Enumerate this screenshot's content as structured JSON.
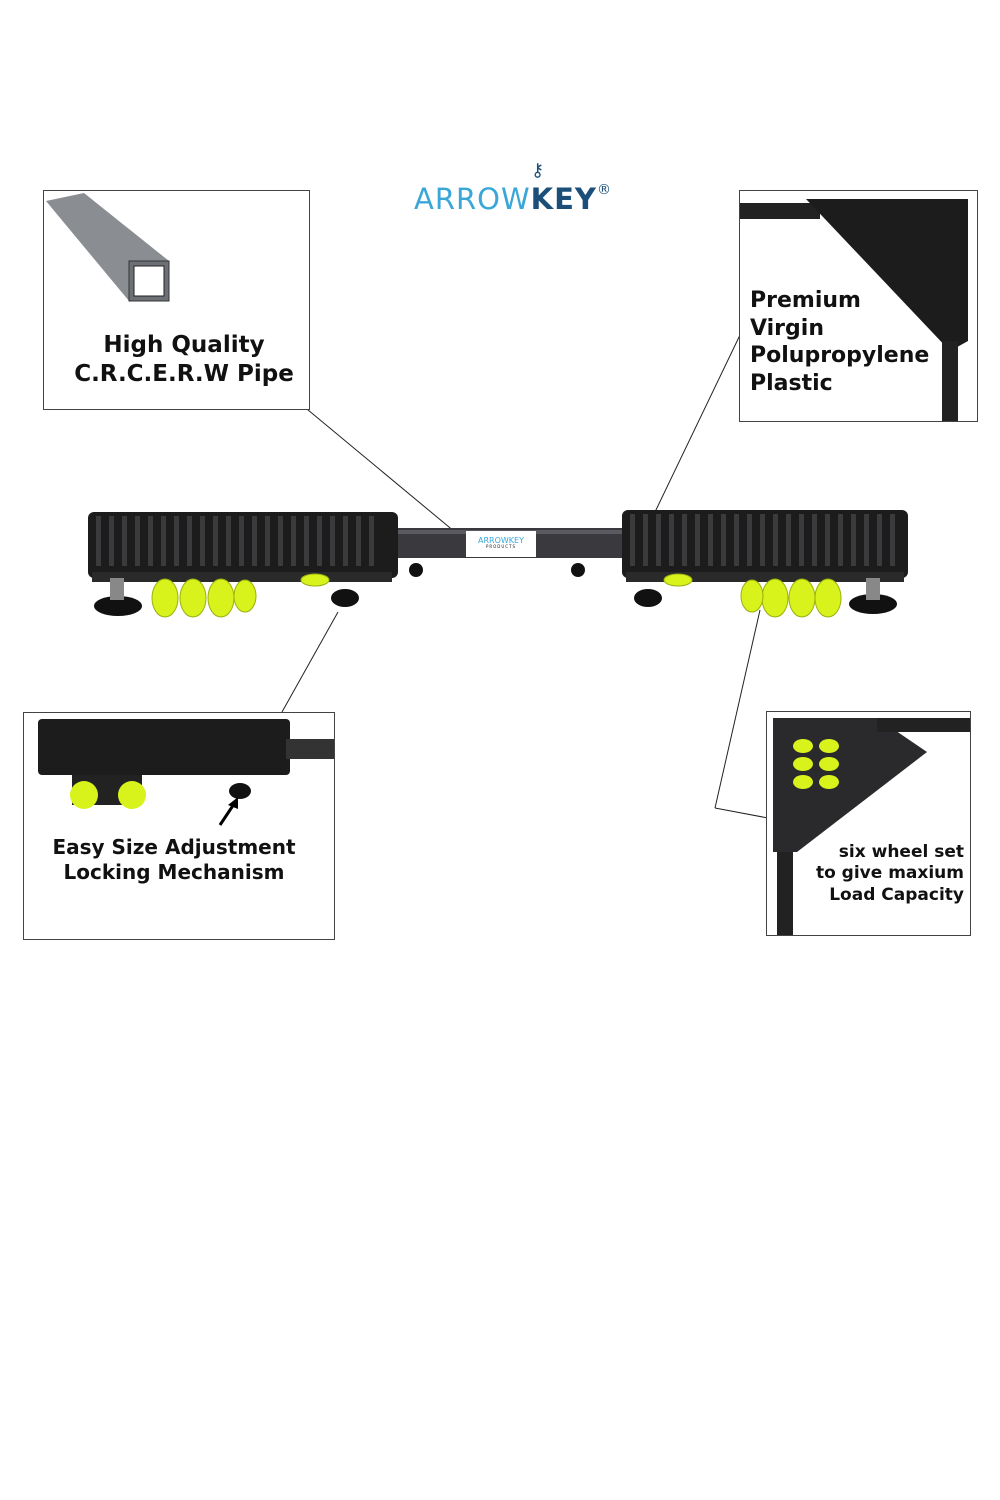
{
  "brand": {
    "name_part1": "ARROW",
    "name_part2": "KEY",
    "registered": "®",
    "bar_label": "ARROWKEY",
    "bar_sublabel": "PRODUCTS"
  },
  "callouts": {
    "pipe": {
      "line1": "High Quality",
      "line2": "C.R.C.E.R.W Pipe"
    },
    "plastic": {
      "line1": "Premium",
      "line2": "Virgin",
      "line3": "Polupropylene",
      "line4": "Plastic"
    },
    "locking": {
      "line1": "Easy Size Adjustment",
      "line2": "Locking Mechanism"
    },
    "wheels": {
      "line1": "six wheel set",
      "line2": "to give maxium",
      "line3": "Load Capacity"
    }
  },
  "colors": {
    "logo_light": "#3aa7d8",
    "logo_dark": "#1b4f7a",
    "wheel": "#d8f21c",
    "plastic": "#1c1c1c"
  }
}
